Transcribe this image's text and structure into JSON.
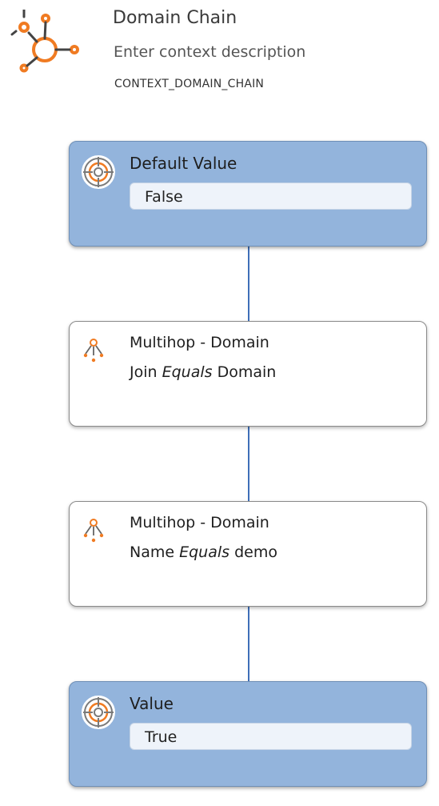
{
  "header": {
    "icon": "domain-chain-icon",
    "title": "Domain Chain",
    "description_placeholder": "Enter context description",
    "code": "CONTEXT_DOMAIN_CHAIN"
  },
  "colors": {
    "accent": "#f07b22",
    "value_node_fill": "#93b4dc",
    "connector": "#3f6fb8"
  },
  "nodes": [
    {
      "kind": "value",
      "icon": "target-icon",
      "label": "Default Value",
      "value": "False"
    },
    {
      "kind": "rule",
      "icon": "multihop-icon",
      "title": "Multihop - Domain",
      "field": "Join",
      "operator": "Equals",
      "operand": "Domain"
    },
    {
      "kind": "rule",
      "icon": "multihop-icon",
      "title": "Multihop - Domain",
      "field": "Name",
      "operator": "Equals",
      "operand": "demo"
    },
    {
      "kind": "value",
      "icon": "target-icon",
      "label": "Value",
      "value": "True"
    }
  ]
}
